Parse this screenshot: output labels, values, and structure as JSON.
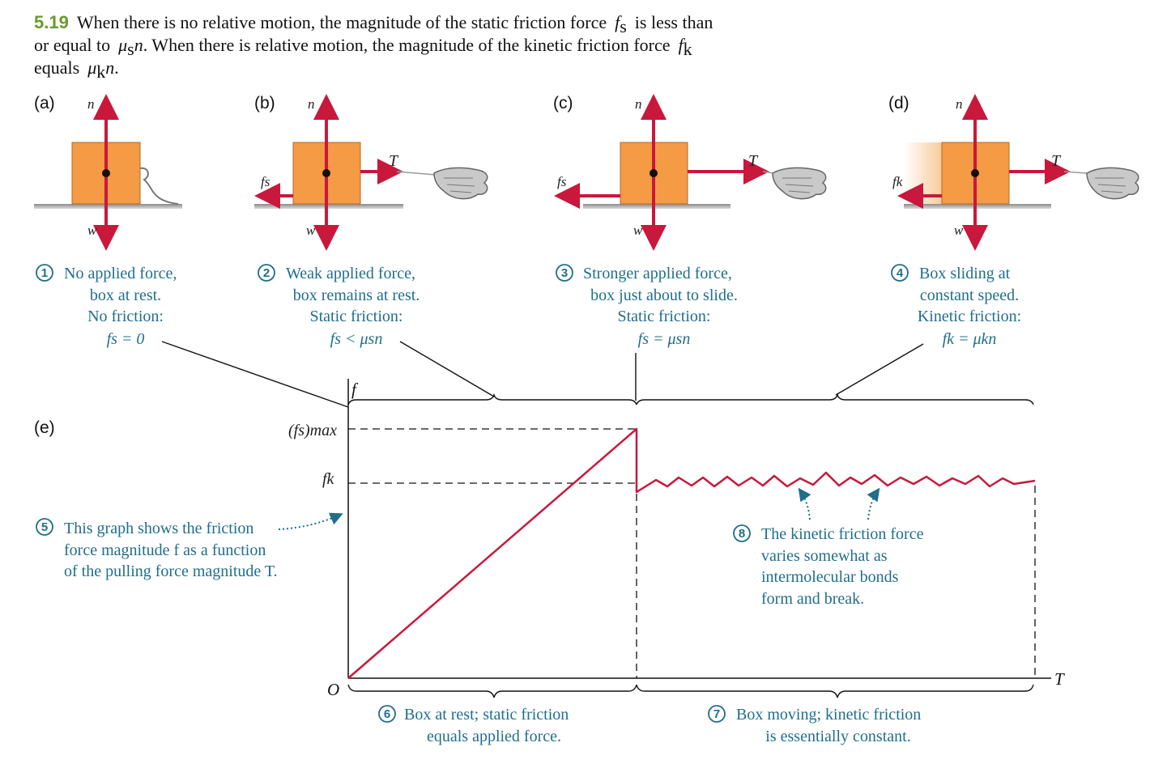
{
  "caption": {
    "number": "5.19",
    "line1": "When there is no relative motion, the magnitude of the static friction force",
    "line1_sym": "f",
    "line1_sub": "s",
    "line1_end": "is less than",
    "line2_a": "or equal to",
    "line2_mu": "μ",
    "line2_musub": "s",
    "line2_n": "n",
    "line2_b": ". When there is relative motion, the magnitude of the kinetic friction force",
    "line2_sym": "f",
    "line2_sub": "k",
    "line3_a": "equals",
    "line3_mu": "μ",
    "line3_musub": "k",
    "line3_n": "n",
    "line3_end": "."
  },
  "panels": [
    {
      "label": "(a)",
      "num": "1",
      "lines": [
        "No applied force,",
        "box at rest.",
        "No friction:"
      ],
      "eq": "fs = 0"
    },
    {
      "label": "(b)",
      "num": "2",
      "lines": [
        "Weak applied force,",
        "box remains at rest.",
        "Static friction:"
      ],
      "eq": "fs < μsn"
    },
    {
      "label": "(c)",
      "num": "3",
      "lines": [
        "Stronger applied force,",
        "box just about to slide.",
        "Static friction:"
      ],
      "eq": "fs = μsn"
    },
    {
      "label": "(d)",
      "num": "4",
      "lines": [
        "Box sliding at",
        "constant speed.",
        "Kinetic friction:"
      ],
      "eq": "fk = μkn"
    }
  ],
  "vectors": {
    "normal": "n",
    "weight": "w",
    "tension": "T",
    "static": "fs",
    "kinetic": "fk"
  },
  "graph": {
    "panel_label": "(e)",
    "f_axis": "f",
    "t_axis": "T",
    "origin": "O",
    "fs_max": "(fs)max",
    "fk": "fk",
    "note5": {
      "num": "5",
      "lines": [
        "This graph shows the friction",
        "force magnitude f as a function",
        "of the pulling force magnitude T."
      ]
    },
    "note6": {
      "num": "6",
      "lines": [
        "Box at rest; static friction",
        "equals applied force."
      ]
    },
    "note7": {
      "num": "7",
      "lines": [
        "Box moving; kinetic friction",
        "is essentially constant."
      ]
    },
    "note8": {
      "num": "8",
      "lines": [
        "The kinetic friction force",
        "varies somewhat as",
        "intermolecular bonds",
        "form and break."
      ]
    }
  },
  "colors": {
    "box": "#f59a45",
    "arrow": "#c8183c",
    "teal": "#1f6e8c",
    "accent": "#6a9a2c",
    "ground": "#9a9a9a"
  }
}
